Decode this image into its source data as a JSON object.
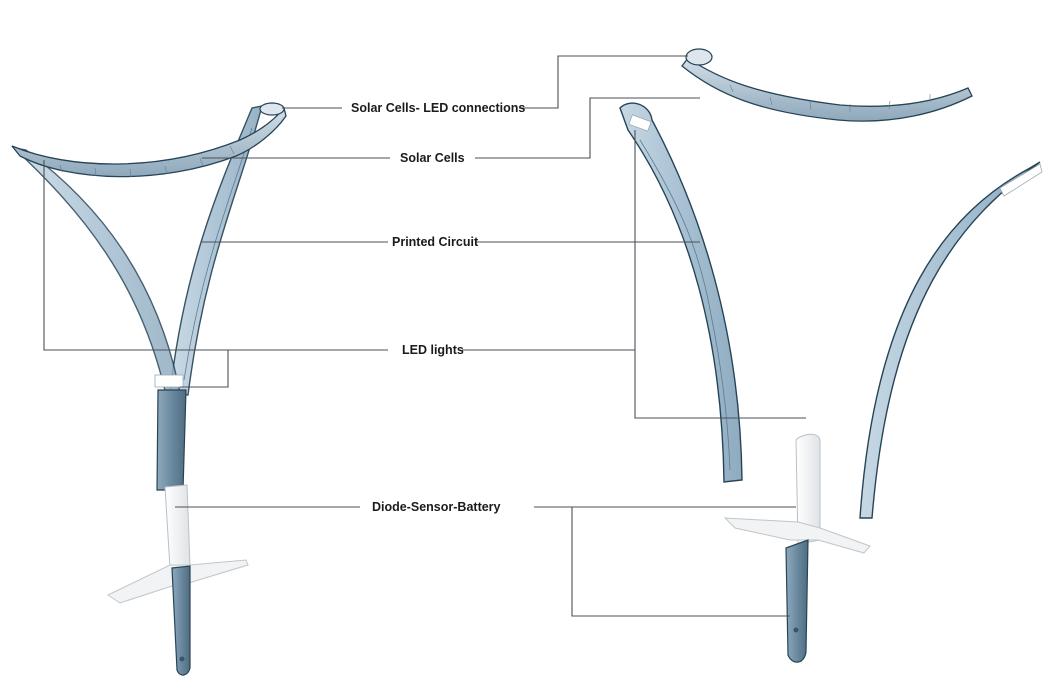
{
  "labels": {
    "solar_led_connections": "Solar Cells- LED connections",
    "solar_cells": "Solar Cells",
    "printed_circuit": "Printed Circuit",
    "led_lights": "LED lights",
    "diode_sensor_battery": "Diode-Sensor-Battery"
  },
  "colors": {
    "panel_fill": "#aac3d5",
    "panel_edge": "#274457",
    "post_fill": "#6b8aa0",
    "base_plate": "#f1f3f4",
    "leader_line": "#4a5158",
    "label_text": "#1b1b1b"
  }
}
